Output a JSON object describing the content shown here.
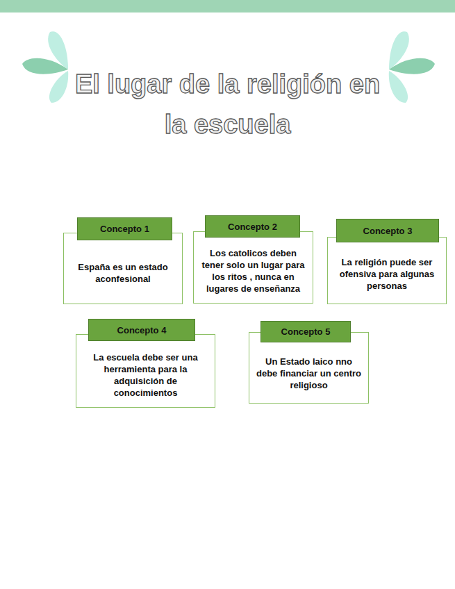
{
  "diagram": {
    "title": "El lugar de la religión en la escuela",
    "nodes": [
      {
        "text": [
          "Concepto 1",
          "España es un estado aconfesional"
        ]
      },
      {
        "text": [
          "Concepto 2",
          "Los catolicos deben tener solo un lugar para los ritos , nunca en lugares de enseñanza"
        ]
      },
      {
        "text": [
          "Concepto 3",
          "La religión puede ser ofensiva para algunas personas"
        ]
      },
      {
        "text": [
          "Concepto 4",
          "La escuela debe ser una herramienta para la adquisición de conocimientos"
        ]
      },
      {
        "text": [
          "Concepto 5",
          "Un Estado laico nno debe financiar un centro religioso"
        ]
      }
    ]
  }
}
